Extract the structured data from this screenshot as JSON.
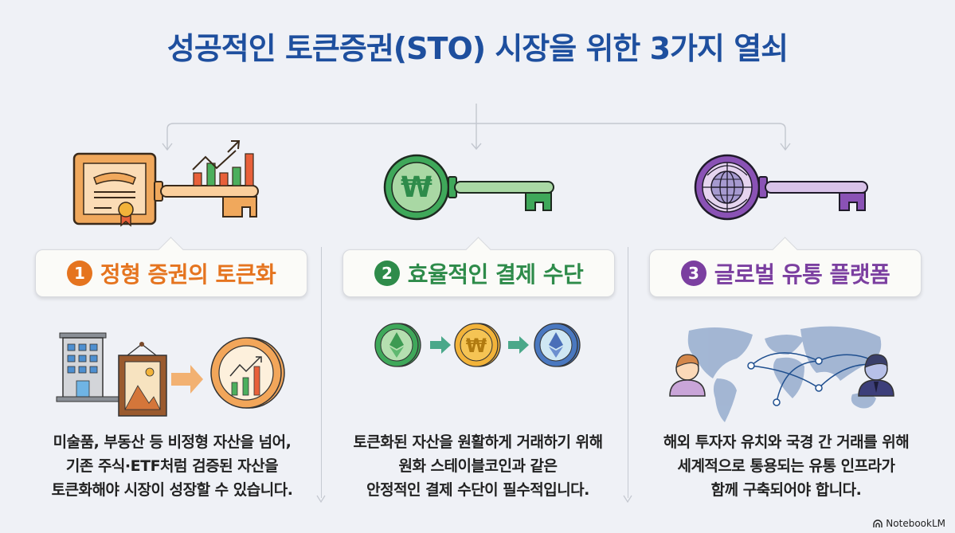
{
  "title": "성공적인 토큰증권(STO) 시장을 위한 3가지 열쇠",
  "colors": {
    "title": "#1e4f9e",
    "orange": "#e5741f",
    "green": "#2e8b4a",
    "purple": "#7b3fa0",
    "background": "#eff1f6"
  },
  "keys": [
    {
      "number": "1",
      "label": "정형 증권의 토큰화",
      "icon": "certificate-key-icon",
      "illustration": "building-artwork-to-growth-coin",
      "description": [
        "미술품, 부동산 등 비정형 자산을 넘어,",
        "기존 주식·ETF처럼 검증된 자산을",
        "토큰화해야 시장이 성장할 수 있습니다."
      ]
    },
    {
      "number": "2",
      "label": "효율적인 결제 수단",
      "icon": "won-key-icon",
      "illustration": "crypto-to-won-to-crypto-coins",
      "description": [
        "토큰화된 자산을 원활하게 거래하기 위해",
        "원화 스테이블코인과 같은",
        "안정적인 결제 수단이 필수적입니다."
      ]
    },
    {
      "number": "3",
      "label": "글로벌 유통 플랫폼",
      "icon": "globe-key-icon",
      "illustration": "world-map-investors-network",
      "description": [
        "해외 투자자 유치와 국경 간 거래를 위해",
        "세계적으로 통용되는 유통 인프라가",
        "함께 구축되어야 합니다."
      ]
    }
  ],
  "watermark": "NotebookLM"
}
